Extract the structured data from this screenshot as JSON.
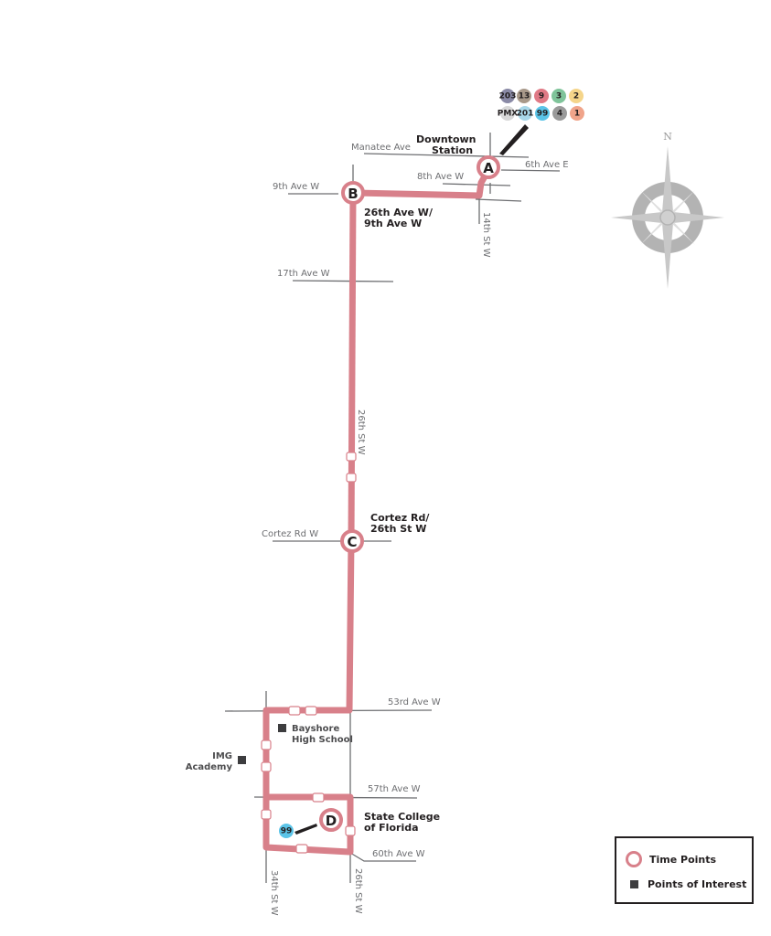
{
  "map": {
    "route_color": "#d8808a",
    "street_color": "#6d6e71",
    "streets": {
      "manatee_ave": "Manatee Ave",
      "sixth_ave_e": "6th Ave E",
      "eighth_ave_w": "8th Ave W",
      "ninth_ave_w": "9th Ave W",
      "fourteenth_st_w": "14th St W",
      "seventeenth_ave_w": "17th Ave W",
      "twentysixth_st_w_north": "26th St W",
      "cortez_rd_w": "Cortez Rd W",
      "fiftythird_ave_w": "53rd Ave W",
      "fiftyseventh_ave_w": "57th Ave W",
      "sixtieth_ave_w": "60th Ave W",
      "thirtyfourth_st_w": "34th St W",
      "twentysixth_st_w_south": "26th St W"
    },
    "time_points": [
      {
        "letter": "A",
        "name_line1": "Downtown",
        "name_line2": "Station"
      },
      {
        "letter": "B",
        "name_line1": "26th Ave W/",
        "name_line2": "9th Ave W"
      },
      {
        "letter": "C",
        "name_line1": "Cortez Rd/",
        "name_line2": "26th St W"
      },
      {
        "letter": "D",
        "name_line1": "State College",
        "name_line2": "of Florida"
      }
    ],
    "points_of_interest": [
      {
        "name_line1": "Bayshore",
        "name_line2": "High School"
      },
      {
        "name_line1": "IMG",
        "name_line2": "Academy"
      }
    ],
    "transfer_routes_downtown": [
      {
        "label": "203",
        "color": "#8a8aa6"
      },
      {
        "label": "13",
        "color": "#a8998a"
      },
      {
        "label": "9",
        "color": "#e07a86"
      },
      {
        "label": "3",
        "color": "#7fc49a"
      },
      {
        "label": "2",
        "color": "#f5d58a"
      },
      {
        "label": "PMX",
        "color": "#d8d8d8"
      },
      {
        "label": "201",
        "color": "#a9d8ea"
      },
      {
        "label": "99",
        "color": "#5bc4e8"
      },
      {
        "label": "4",
        "color": "#9a9a9a"
      },
      {
        "label": "1",
        "color": "#f0a48a"
      }
    ],
    "transfer_routes_scf": [
      {
        "label": "99",
        "color": "#5bc4e8"
      }
    ],
    "compass": {
      "north_label": "N",
      "color": "#b3b3b3"
    }
  },
  "legend": {
    "time_points_label": "Time Points",
    "points_of_interest_label": "Points of Interest"
  }
}
